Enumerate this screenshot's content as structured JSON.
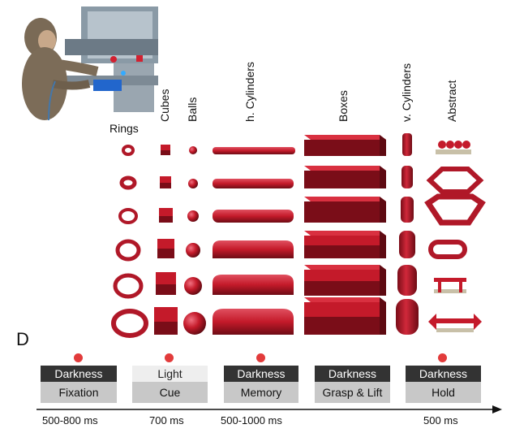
{
  "columns": [
    {
      "key": "rings",
      "label": "Rings"
    },
    {
      "key": "cubes",
      "label": "Cubes"
    },
    {
      "key": "balls",
      "label": "Balls"
    },
    {
      "key": "hcyl",
      "label": "h. Cylinders"
    },
    {
      "key": "boxes",
      "label": "Boxes"
    },
    {
      "key": "vcyl",
      "label": "v. Cylinders"
    },
    {
      "key": "abstract",
      "label": "Abstract"
    }
  ],
  "panel_label": "D",
  "phases": [
    {
      "top": "Darkness",
      "bottom": "Fixation",
      "timing": "500-800 ms",
      "light": false
    },
    {
      "top": "Light",
      "bottom": "Cue",
      "timing": "700 ms",
      "light": true
    },
    {
      "top": "Darkness",
      "bottom": "Memory",
      "timing": "500-1000 ms",
      "light": false
    },
    {
      "top": "Darkness",
      "bottom": "Grasp & Lift",
      "timing": "",
      "light": false
    },
    {
      "top": "Darkness",
      "bottom": "Hold",
      "timing": "500 ms",
      "light": false
    }
  ],
  "colors": {
    "object_front": "#c41a2a",
    "object_dark": "#7a0d18",
    "object_top": "#e04050",
    "dark_label": "#333333",
    "light_label": "#eeeeee",
    "phase_gray": "#c8c8c8",
    "dot": "#e23b3b"
  }
}
